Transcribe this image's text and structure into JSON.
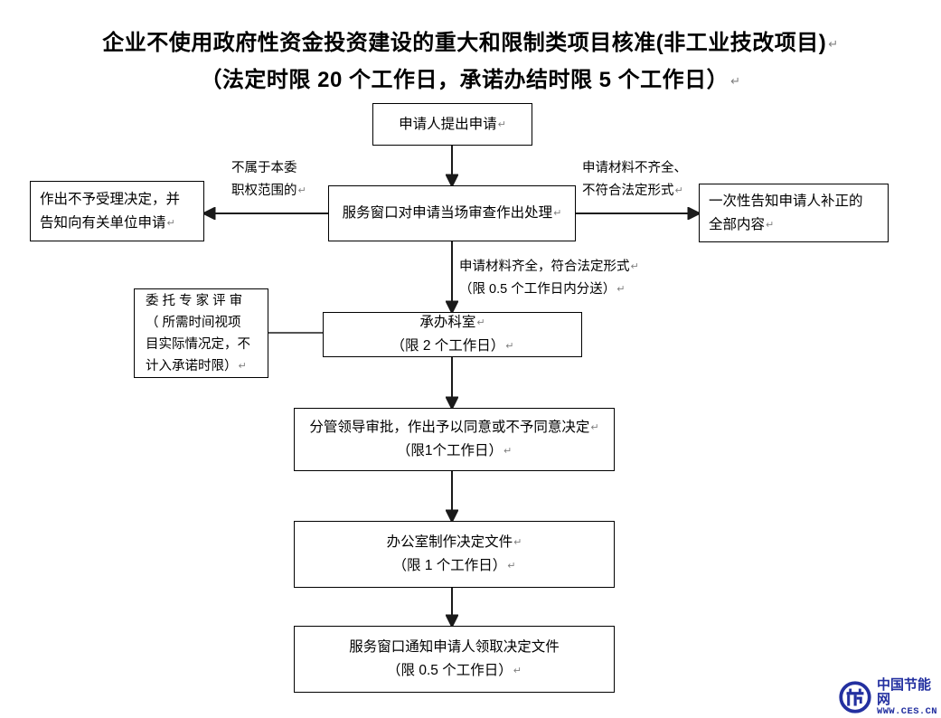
{
  "document": {
    "title_lines": [
      "企业不使用政府性资金投资建设的重大和限制类项目核准(非工业技改项目)",
      "（法定时限 20 个工作日，承诺办结时限 5 个工作日）"
    ],
    "paragraph_mark": "↵"
  },
  "nodes": {
    "applicant_submit": {
      "lines": [
        "申请人提出申请"
      ]
    },
    "service_window_review": {
      "lines": [
        "服务窗口对申请当场审查作出处理"
      ]
    },
    "reject_notice": {
      "lines": [
        "作出不予受理决定，并",
        "告知向有关单位申请"
      ]
    },
    "supplement_notice": {
      "lines": [
        "一次性告知申请人补正的",
        "全部内容"
      ]
    },
    "expert_review": {
      "lines": [
        "委 托 专 家 评 审",
        "（ 所需时间视项",
        "目实际情况定，不",
        "计入承诺时限）"
      ]
    },
    "handling_office": {
      "lines": [
        "承办科室",
        "（限 2 个工作日）"
      ]
    },
    "leader_approval": {
      "lines": [
        "分管领导审批，作出予以同意或不予同意决定",
        "（限1个工作日）"
      ]
    },
    "office_document": {
      "lines": [
        "办公室制作决定文件",
        "（限 1 个工作日）"
      ]
    },
    "window_notify": {
      "lines": [
        "服务窗口通知申请人领取决定文件",
        "（限 0.5 个工作日）"
      ]
    }
  },
  "edge_labels": {
    "not_in_scope": [
      "不属于本委",
      "职权范围的"
    ],
    "incomplete_materials": [
      "申请材料不齐全、",
      "不符合法定形式"
    ],
    "materials_complete": [
      "申请材料齐全，符合法定形式",
      "（限 0.5 个工作日内分送）"
    ]
  },
  "watermark": {
    "name": "中国节能网",
    "url": "WWW.CES.CN",
    "color": "#2330a0"
  },
  "style": {
    "line_color": "#1a1a1a",
    "box_border": "#000000",
    "background": "#ffffff"
  }
}
